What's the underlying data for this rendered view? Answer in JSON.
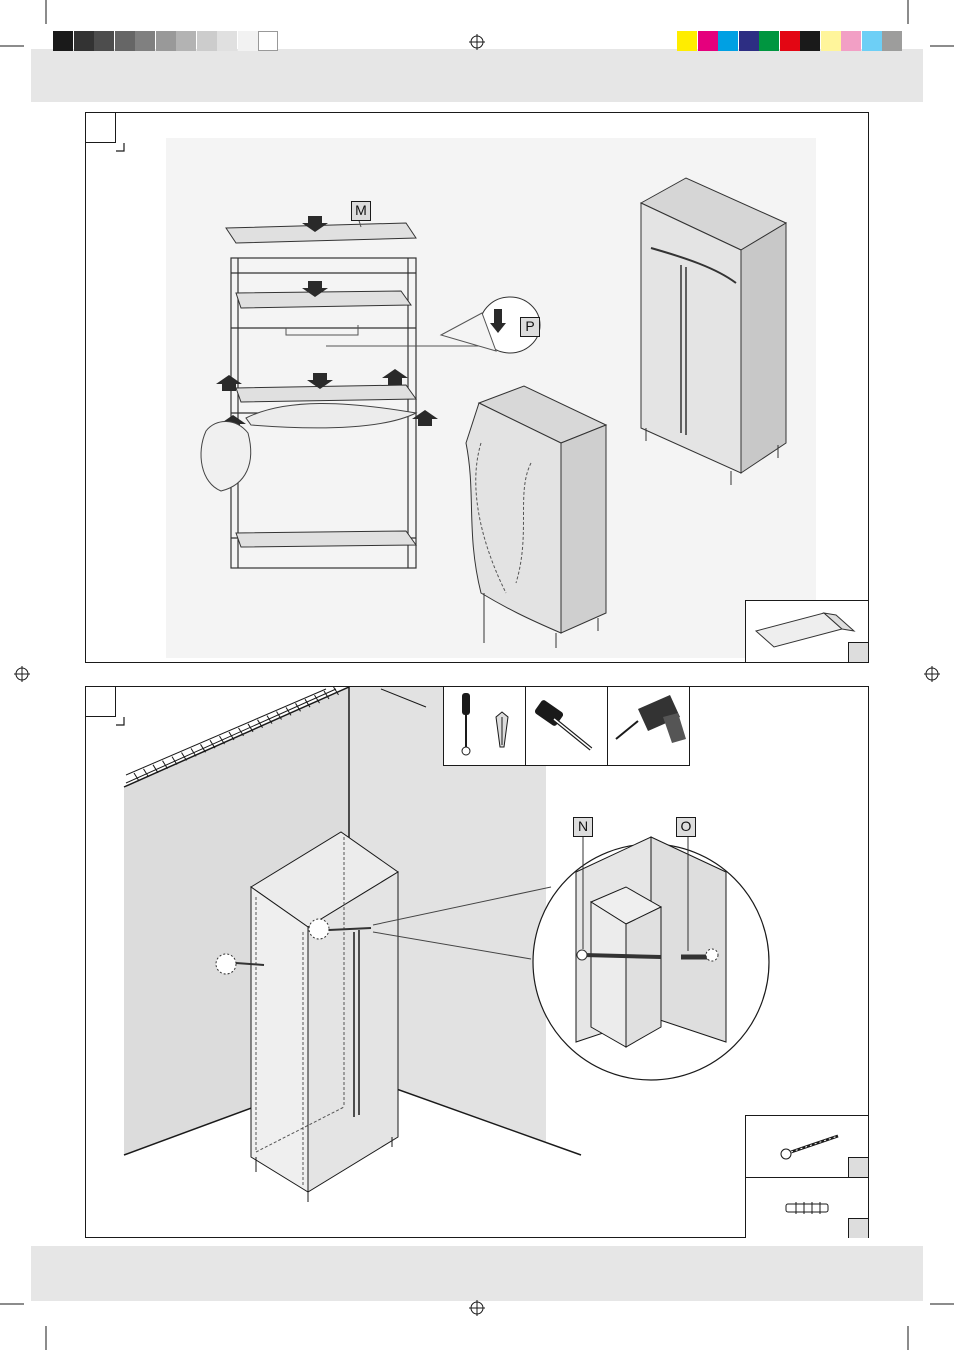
{
  "labels": {
    "shelf_m": "M",
    "clip_p": "P",
    "screw_n": "N",
    "dowel_o": "O"
  },
  "colors": {
    "band": "#e6e6e6",
    "ink": "#1a1a1a",
    "cover": "#d8d8d8",
    "wall": "#dcdcdc",
    "greyscale": [
      "#1a1a1a",
      "#333333",
      "#4d4d4d",
      "#666666",
      "#808080",
      "#999999",
      "#b3b3b3",
      "#cccccc",
      "#e0e0e0",
      "#f2f2f2",
      "#ffffff"
    ],
    "process": [
      "#ffed00",
      "#e5007d",
      "#00a0e3",
      "#2d2e83",
      "#009640",
      "#e30613",
      "#1a1a1a",
      "#fff59b",
      "#f29fc5",
      "#6dcff6",
      "#9d9d9c"
    ]
  },
  "icons": {
    "registration": "registration-mark-icon",
    "screwdriver": "screwdriver-icon",
    "hammer": "hammer-icon",
    "drill": "drill-icon",
    "screw": "screw-icon",
    "dowel": "wall-plug-icon",
    "shelf": "shelf-board-icon"
  }
}
